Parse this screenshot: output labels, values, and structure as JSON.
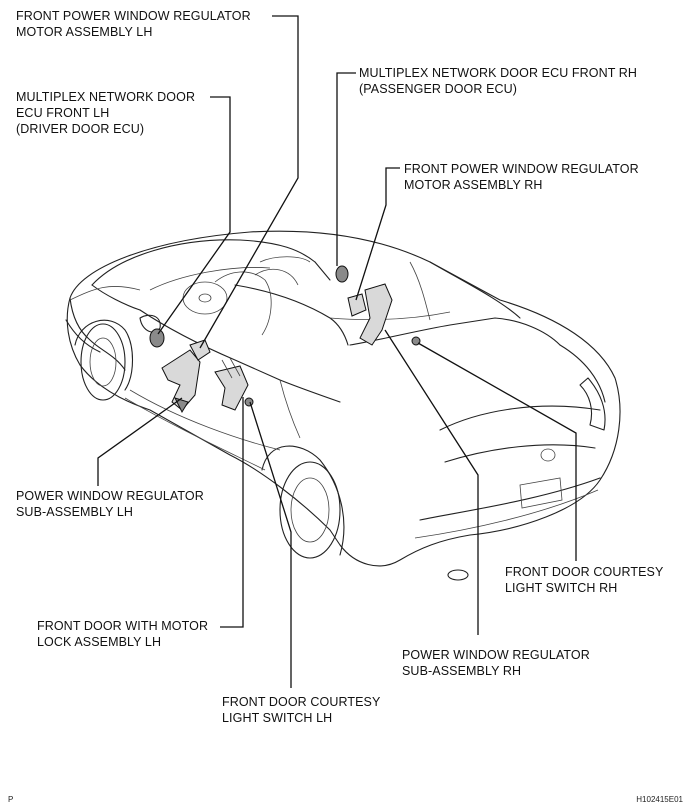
{
  "labels": {
    "motor_lh": [
      "FRONT POWER WINDOW REGULATOR",
      "MOTOR ASSEMBLY LH"
    ],
    "ecu_lh": [
      "MULTIPLEX NETWORK DOOR",
      "ECU FRONT LH",
      "(DRIVER DOOR ECU)"
    ],
    "ecu_rh": [
      "MULTIPLEX NETWORK DOOR ECU FRONT RH",
      "(PASSENGER DOOR ECU)"
    ],
    "motor_rh": [
      "FRONT POWER WINDOW REGULATOR",
      "MOTOR ASSEMBLY RH"
    ],
    "regulator_lh": [
      "POWER WINDOW REGULATOR",
      "SUB-ASSEMBLY LH"
    ],
    "courtesy_rh": [
      "FRONT DOOR COURTESY",
      "LIGHT SWITCH RH"
    ],
    "lock_lh": [
      "FRONT DOOR WITH MOTOR",
      "LOCK ASSEMBLY LH"
    ],
    "regulator_rh": [
      "POWER WINDOW REGULATOR",
      "SUB-ASSEMBLY RH"
    ],
    "courtesy_lh": [
      "FRONT DOOR COURTESY",
      "LIGHT SWITCH LH"
    ]
  },
  "corner_left": "P",
  "figure_code": "H102415E01"
}
